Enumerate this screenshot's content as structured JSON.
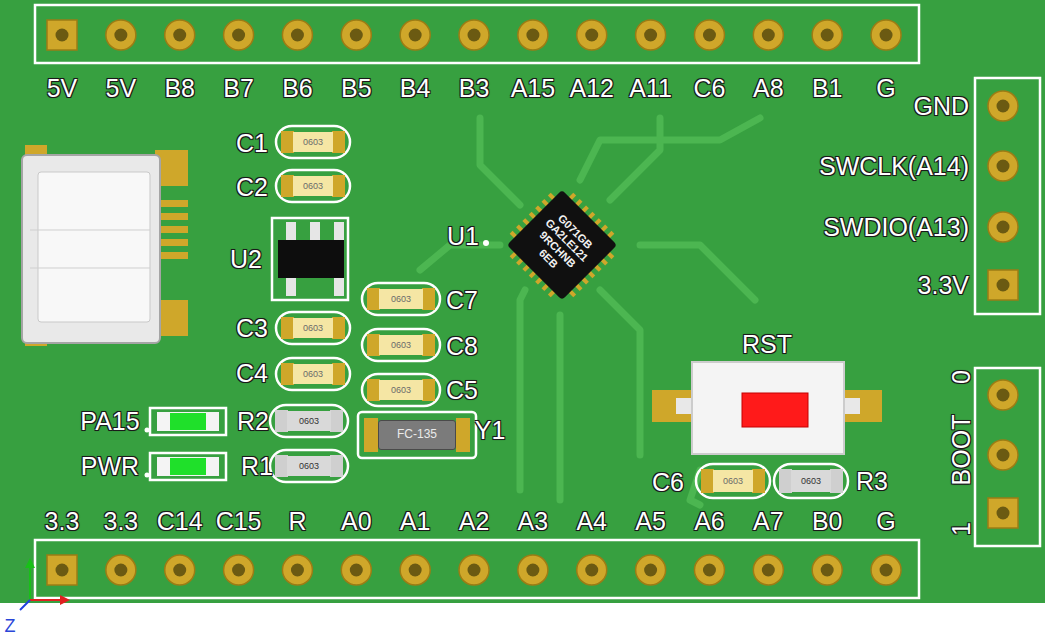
{
  "diagram": {
    "nodes": [
      {
        "text": [
          "0603"
        ]
      },
      {
        "text": [
          "0603"
        ]
      },
      {
        "text": [
          "G071GB",
          "GA2LE121",
          "9RCHNB",
          "6EB"
        ]
      },
      {
        "text": [
          "0603"
        ]
      },
      {
        "text": [
          "0603"
        ]
      },
      {
        "text": [
          "0603"
        ]
      },
      {
        "text": [
          "0603"
        ]
      },
      {
        "text": [
          "0603"
        ]
      },
      {
        "text": [
          "0603"
        ]
      },
      {
        "text": [
          "FC-135"
        ]
      },
      {
        "text": [
          "0603"
        ]
      },
      {
        "text": [
          "0603"
        ]
      },
      {
        "text": [
          "0603"
        ]
      }
    ],
    "labels": [
      "5V",
      "5V",
      "B8",
      "B7",
      "B6",
      "B5",
      "B4",
      "B3",
      "A15",
      "A12",
      "A11",
      "C6",
      "A8",
      "B1",
      "G",
      "GND",
      "SWCLK(A14)",
      "SWDIO(A13)",
      "3.3V",
      "0",
      "BOOT",
      "1",
      "3.3",
      "3.3",
      "C14",
      "C15",
      "R",
      "A0",
      "A1",
      "A2",
      "A3",
      "A4",
      "A5",
      "A6",
      "A7",
      "B0",
      "G",
      "C1",
      "C2",
      "U2",
      "C3",
      "C4",
      "PA15",
      "PWR",
      "R2",
      "R1",
      "C7",
      "C8",
      "C5",
      "Y1",
      "U1",
      "RST",
      "C6",
      "R3",
      "Z"
    ]
  }
}
